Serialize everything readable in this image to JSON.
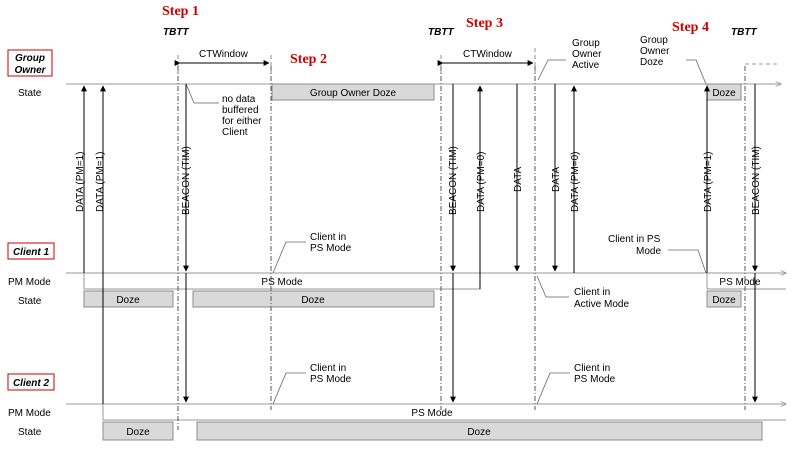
{
  "steps": [
    "Step 1",
    "Step 2",
    "Step 3",
    "Step 4"
  ],
  "tbtt": "TBTT",
  "ctwindow": "CTWindow",
  "roles": {
    "group_owner": "Group\nOwner",
    "client1": "Client 1",
    "client2": "Client 2"
  },
  "rows": {
    "state": "State",
    "pm_mode": "PM Mode"
  },
  "go_notes": {
    "active": "Group\nOwner\nActive",
    "doze": "Group\nOwner\nDoze",
    "no_data": "no data\nbuffered\nfor either\nClient"
  },
  "boxes": {
    "go_doze_long": "Group Owner Doze",
    "go_doze_short": "Doze",
    "c1_doze_a": "Doze",
    "c1_doze_b": "Doze",
    "c1_doze_c": "Doze",
    "c2_doze_a": "Doze",
    "c2_doze_b": "Doze"
  },
  "modes": {
    "c1_ps_a": "PS Mode",
    "c1_ps_b": "PS Mode",
    "c2_ps": "PS Mode"
  },
  "client_notes": {
    "c1_in_ps_a": "Client in\nPS Mode",
    "c1_in_active": "Client in\nActive Mode",
    "c1_in_ps_b": "Client in PS\nMode",
    "c2_in_ps_a": "Client in\nPS Mode",
    "c2_in_ps_b": "Client in\nPS Mode"
  },
  "signals": {
    "data_pm1": "DATA (PM=1)",
    "beacon_tim": "BEACON (TIM)",
    "data_pm0": "DATA (PM=0)",
    "data": "DATA"
  },
  "colors": {
    "step": "#cc0000",
    "box_fill": "#d9d9d9",
    "axis": "#9a9a9a"
  }
}
